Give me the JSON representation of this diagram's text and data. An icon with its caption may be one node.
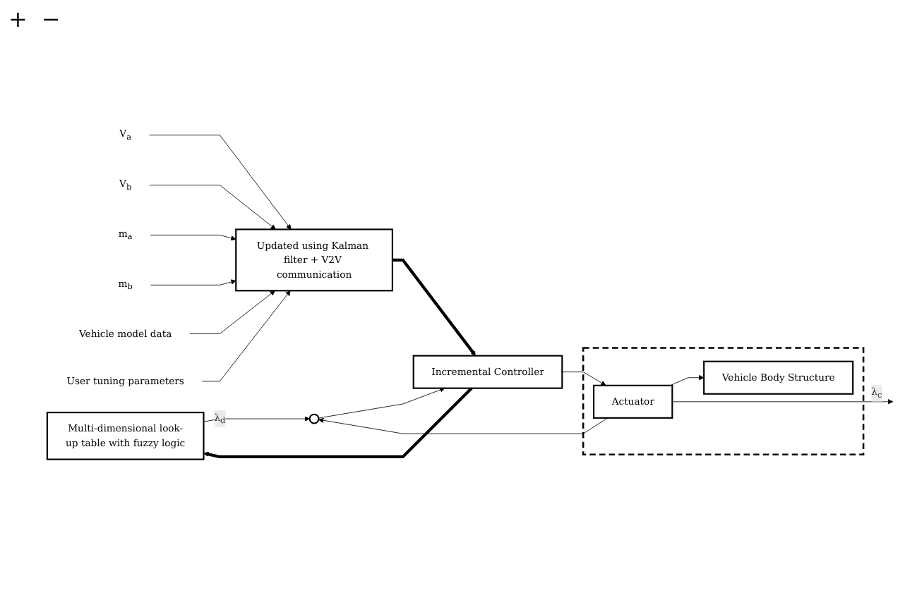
{
  "diagram": {
    "nodes": [
      {
        "text": [
          "Multi-dimensional look-up table with fuzzy logic"
        ]
      },
      {
        "text": [],
        "shape": "circle"
      },
      {
        "text": [
          "Incremental Controller"
        ]
      },
      {
        "text": [
          "Updated using Kalman filter + V2V communication"
        ]
      },
      {
        "text": [],
        "shape": "box"
      },
      {
        "text": [
          "Actuator"
        ],
        "in": 4
      },
      {
        "text": [
          "Vehicle Body Structure"
        ],
        "in": 4
      },
      {
        "text": [
          "V$_{a}$"
        ]
      },
      {
        "text": [
          "V$_{b}$"
        ]
      },
      {
        "text": [
          "m$_{a}$"
        ]
      },
      {
        "text": [
          "m$_{b}$"
        ]
      },
      {
        "text": [
          "Vehicle model data"
        ]
      },
      {
        "text": [
          "User tuning parameters"
        ]
      }
    ],
    "edges": [
      {
        "from": 0,
        "to": 1,
        "arrow": "to",
        "label": "λ$_{d}$"
      },
      {
        "from": 1,
        "to": 2,
        "arrow": "to"
      },
      {
        "from": 2,
        "to": 0,
        "arrow": "to",
        "style": "thick"
      },
      {
        "from": 3,
        "to": 2,
        "arrow": "to",
        "style": "thick"
      },
      {
        "from": 2,
        "to": 5,
        "arrow": "to"
      },
      {
        "from": 5,
        "to": 6,
        "arrow": "to"
      },
      {
        "from": 5,
        "to": null,
        "arrow": "to",
        "label": "λ$_{c}$"
      },
      {
        "from": 5,
        "to": 1,
        "arrow": "to"
      },
      {
        "from": 7,
        "to": 3,
        "arrow": "to"
      },
      {
        "from": 8,
        "to": 3,
        "arrow": "to"
      },
      {
        "from": 9,
        "to": 3,
        "arrow": "to"
      },
      {
        "from": 10,
        "to": 3,
        "arrow": "to"
      },
      {
        "from": 11,
        "to": 3,
        "arrow": "to"
      },
      {
        "from": 12,
        "to": 3,
        "arrow": "to"
      }
    ],
    "labels": [
      "+",
      "−"
    ]
  }
}
